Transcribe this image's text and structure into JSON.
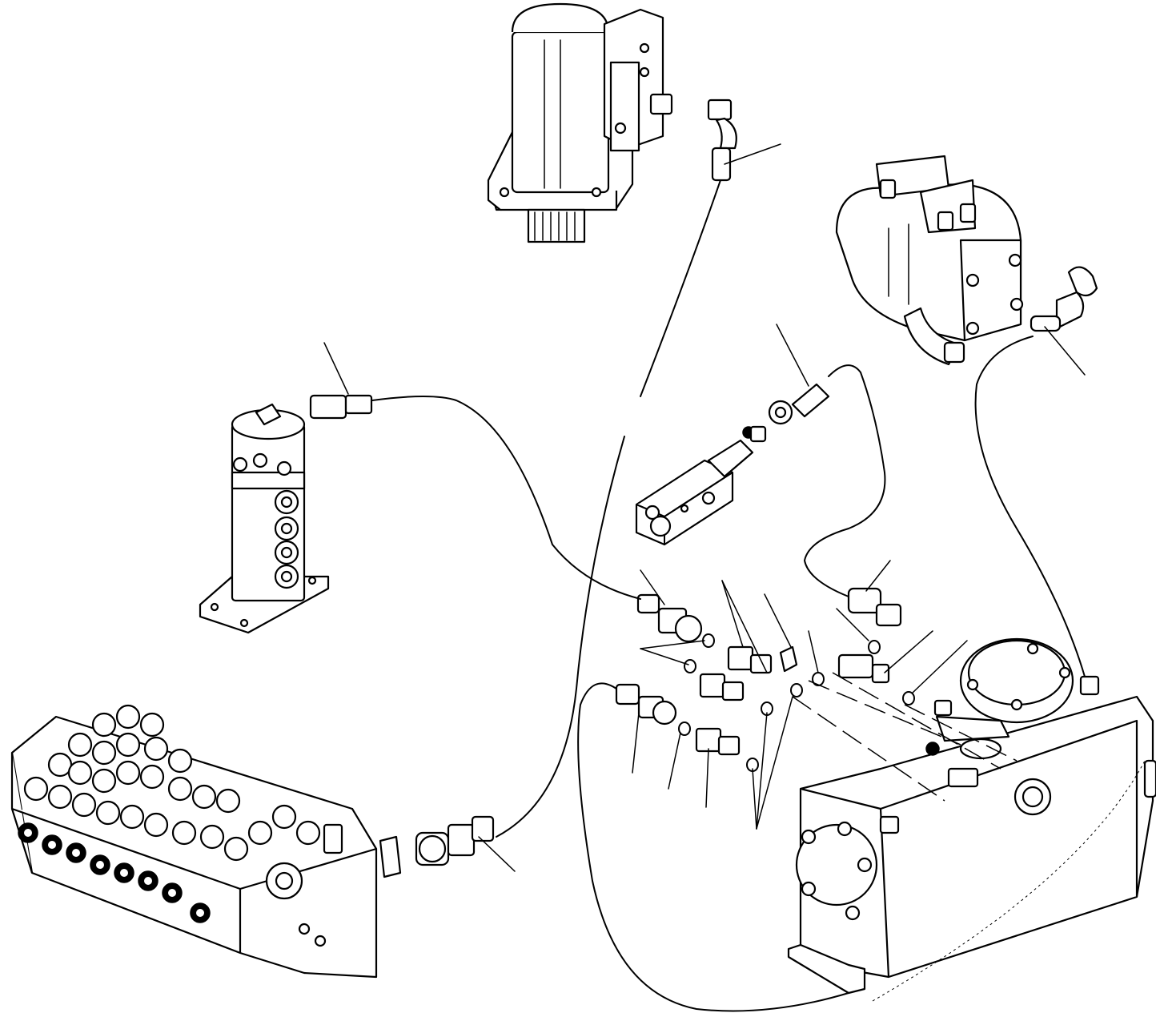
{
  "figure": {
    "kind": "exploded parts diagram (hydraulic piping)",
    "line_color": "#000000",
    "background": "#ffffff"
  },
  "components": [
    {
      "id": "travel-motor",
      "icon": "motor-icon"
    },
    {
      "id": "hydraulic-pump",
      "icon": "pump-icon"
    },
    {
      "id": "swivel-joint",
      "icon": "swivel-joint-icon"
    },
    {
      "id": "solenoid-valve-block",
      "icon": "valve-block-icon"
    },
    {
      "id": "control-valve-bank",
      "icon": "control-valve-icon"
    },
    {
      "id": "hydraulic-tank",
      "icon": "tank-icon"
    },
    {
      "id": "fittings-and-o-rings",
      "icon": "fitting-icon"
    }
  ],
  "leader_lines": 14
}
